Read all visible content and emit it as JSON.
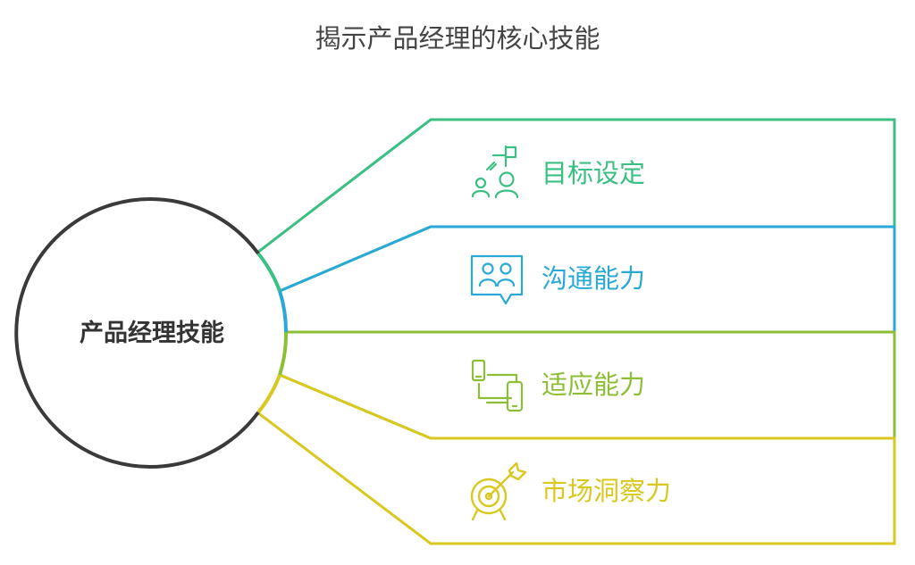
{
  "title": "揭示产品经理的核心技能",
  "center": {
    "label": "产品经理技能"
  },
  "branches": [
    {
      "label": "目标设定",
      "icon": "goal-setting-icon",
      "color": "#3cbf82"
    },
    {
      "label": "沟通能力",
      "icon": "communication-icon",
      "color": "#2aa9d6"
    },
    {
      "label": "适应能力",
      "icon": "adaptability-devices-icon",
      "color": "#8cbf35"
    },
    {
      "label": "市场洞察力",
      "icon": "target-icon",
      "color": "#d9c81f"
    }
  ]
}
